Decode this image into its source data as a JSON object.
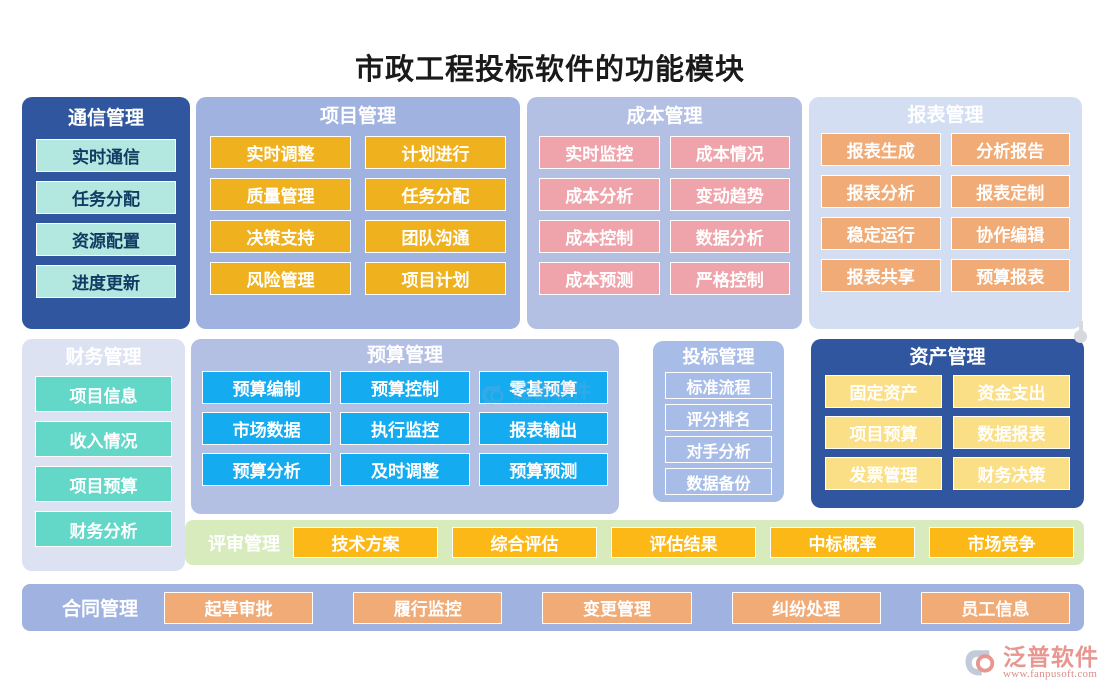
{
  "page": {
    "title": "市政工程投标软件的功能模块"
  },
  "panels": {
    "communication": {
      "title": "通信管理",
      "items": [
        "实时通信",
        "任务分配",
        "资源配置",
        "进度更新"
      ]
    },
    "project": {
      "title": "项目管理",
      "items": [
        "实时调整",
        "计划进行",
        "质量管理",
        "任务分配",
        "决策支持",
        "团队沟通",
        "风险管理",
        "项目计划"
      ]
    },
    "cost": {
      "title": "成本管理",
      "items": [
        "实时监控",
        "成本情况",
        "成本分析",
        "变动趋势",
        "成本控制",
        "数据分析",
        "成本预测",
        "严格控制"
      ]
    },
    "report": {
      "title": "报表管理",
      "items": [
        "报表生成",
        "分析报告",
        "报表分析",
        "报表定制",
        "稳定运行",
        "协作编辑",
        "报表共享",
        "预算报表"
      ]
    },
    "finance": {
      "title": "财务管理",
      "items": [
        "项目信息",
        "收入情况",
        "项目预算",
        "财务分析"
      ]
    },
    "budget": {
      "title": "预算管理",
      "items": [
        "预算编制",
        "预算控制",
        "零基预算",
        "市场数据",
        "执行监控",
        "报表输出",
        "预算分析",
        "及时调整",
        "预算预测"
      ]
    },
    "bidding": {
      "title": "投标管理",
      "items": [
        "标准流程",
        "评分排名",
        "对手分析",
        "数据备份"
      ]
    },
    "asset": {
      "title": "资产管理",
      "items": [
        "固定资产",
        "资金支出",
        "项目预算",
        "数据报表",
        "发票管理",
        "财务决策"
      ]
    },
    "review": {
      "title": "评审管理",
      "items": [
        "技术方案",
        "综合评估",
        "评估结果",
        "中标概率",
        "市场竞争"
      ]
    },
    "contract": {
      "title": "合同管理",
      "items": [
        "起草审批",
        "履行监控",
        "变更管理",
        "纠纷处理",
        "员工信息"
      ]
    }
  },
  "brand": {
    "name": "泛普软件",
    "url": "www.fanpusoft.com"
  },
  "colors": {
    "dark_blue": "#2f569e",
    "periwinkle": "#9fb2e0",
    "lavender": "#b3bfe3",
    "pale_lavender": "#d4def2",
    "finance_bg": "#dde2f2",
    "mint": "#b2e8e0",
    "teal": "#63d7c8",
    "orange": "#efb21e",
    "pink": "#efa3ab",
    "peach": "#f0ab77",
    "cyan_blue": "#14abf0",
    "pale_yellow": "#fbdf87",
    "amber": "#fbb817",
    "light_green": "#d8ebbd",
    "brand_pink": "#e8968f"
  }
}
